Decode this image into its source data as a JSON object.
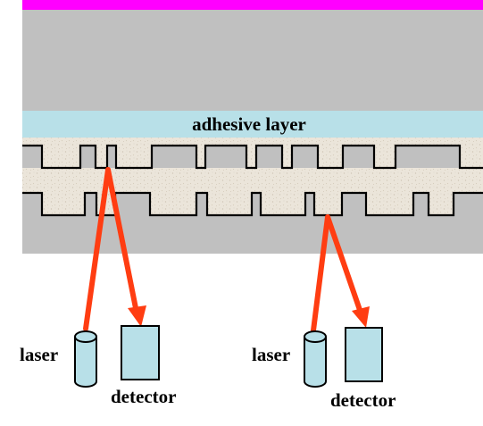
{
  "labels": {
    "adhesive_layer": "adhesive layer",
    "laser_left": "laser",
    "detector_left": "detector",
    "laser_right": "laser",
    "detector_right": "detector"
  },
  "colors": {
    "top_coating": "#ff00ff",
    "substrate": "#c0c0c0",
    "adhesive": "#b8e0e8",
    "data_layer": "#e9e3d8",
    "beam": "#ff3d12",
    "laser_body": "#b8e0e8",
    "detector_body": "#b8e0e8",
    "outline": "#000000"
  }
}
